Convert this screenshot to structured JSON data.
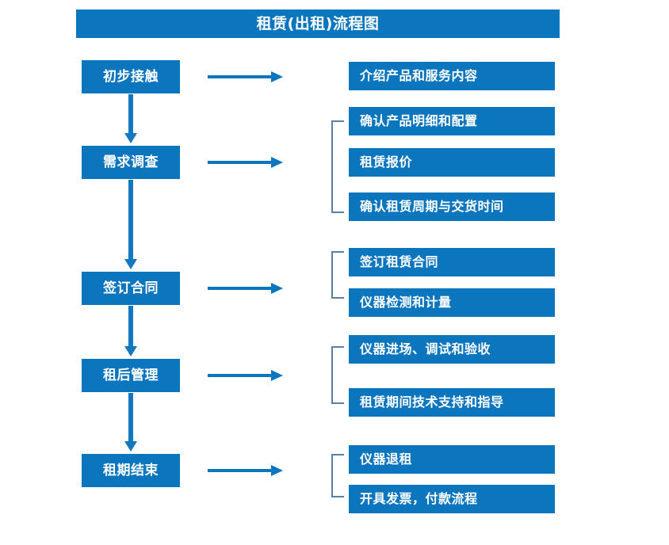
{
  "diagram": {
    "title": "租赁(出租)流程图",
    "theme": {
      "box_fill": "#0b75bd",
      "box_text": "#ffffff",
      "arrow_color": "#1577bd",
      "bracket_color": "#5b7fa6",
      "background": "#ffffff"
    },
    "stages": [
      {
        "label": "初步接触"
      },
      {
        "label": "需求调查"
      },
      {
        "label": "签订合同"
      },
      {
        "label": "租后管理"
      },
      {
        "label": "租期结束"
      }
    ],
    "details": [
      {
        "label": "介绍产品和服务内容"
      },
      {
        "label": "确认产品明细和配置"
      },
      {
        "label": "租赁报价"
      },
      {
        "label": "确认租赁周期与交货时间"
      },
      {
        "label": "签订租赁合同"
      },
      {
        "label": "仪器检测和计量"
      },
      {
        "label": "仪器进场、调试和验收"
      },
      {
        "label": "租赁期间技术支持和指导"
      },
      {
        "label": "仪器退租"
      },
      {
        "label": "开具发票，付款流程"
      }
    ],
    "icons": {
      "arrow_right": "right-arrow-icon",
      "arrow_down": "down-arrow-icon",
      "bracket": "group-bracket-icon"
    }
  }
}
